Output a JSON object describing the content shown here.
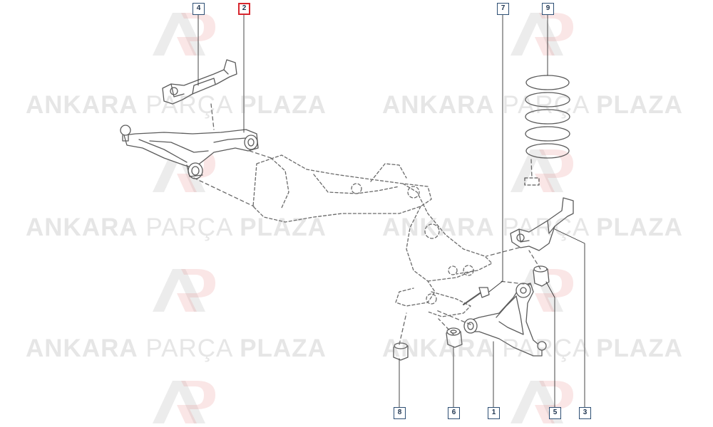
{
  "callouts": [
    {
      "id": "4",
      "selected": false
    },
    {
      "id": "2",
      "selected": true
    },
    {
      "id": "7",
      "selected": false
    },
    {
      "id": "9",
      "selected": false
    },
    {
      "id": "8",
      "selected": false
    },
    {
      "id": "6",
      "selected": false
    },
    {
      "id": "1",
      "selected": false
    },
    {
      "id": "5",
      "selected": false
    },
    {
      "id": "3",
      "selected": false
    }
  ],
  "watermark": {
    "word1": "ANKARA",
    "word2": "PARÇA",
    "word3": "PLAZA"
  },
  "colors": {
    "line": "#5b5b5b",
    "callout_border": "#2d4f74",
    "selected_border": "#d7262e",
    "watermark": "#8c8c8c",
    "logo_red": "#e8a3a3"
  }
}
